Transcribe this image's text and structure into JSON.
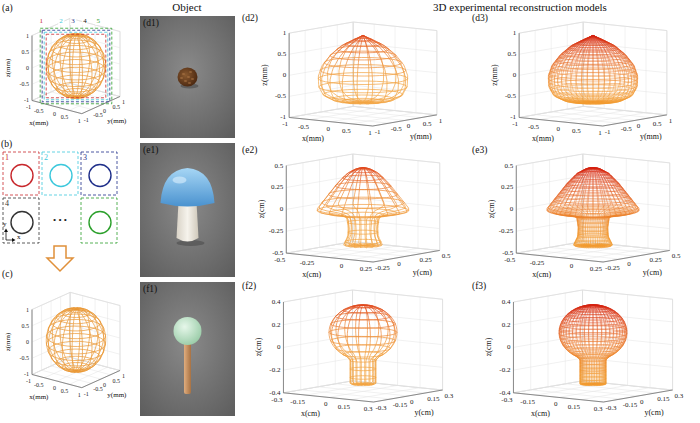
{
  "diagram": {
    "labels": [
      "Object",
      "3D experimental reconstruction models",
      "(a)",
      "1",
      "0.5",
      "0",
      "-0.5",
      "-1",
      "z(mm)",
      "-1",
      "-0.5",
      "0",
      "0.5",
      "1",
      "x(mm)",
      "-1",
      "-0.5",
      "0",
      "0.5",
      "1",
      "y(mm)",
      "1",
      "2",
      "3",
      "4",
      "5",
      "(b)",
      "1",
      "2",
      "3",
      "4",
      "• • •",
      "y",
      "x",
      "(c)",
      "1",
      "0.5",
      "0",
      "-0.5",
      "-1",
      "z(mm)",
      "-1",
      "-0.5",
      "0",
      "0.5",
      "1",
      "x(mm)",
      "-1",
      "-0.5",
      "0",
      "0.5",
      "1",
      "y(mm)",
      "(d1)",
      "(d2)",
      "1",
      "0.5",
      "0",
      "-0.5",
      "-1",
      "z(mm)",
      "-1",
      "-0.5",
      "0",
      "0.5",
      "1",
      "x(mm)",
      "-1",
      "-0.5",
      "0",
      "0.5",
      "1",
      "y(mm)",
      "(d3)",
      "1",
      "0.5",
      "0",
      "-0.5",
      "-1",
      "z(mm)",
      "-1",
      "-0.5",
      "0",
      "0.5",
      "1",
      "x(mm)",
      "-1",
      "-0.5",
      "0",
      "0.5",
      "1",
      "y(mm)",
      "(e1)",
      "(e2)",
      "0.5",
      "0.25",
      "0",
      "-0.25",
      "-0.5",
      "z(cm)",
      "-0.5",
      "-0.25",
      "0",
      "0.25",
      "x(cm)",
      "-0.25",
      "0",
      "0.25",
      "0.5",
      "y(cm)",
      "(e3)",
      "0.5",
      "0.25",
      "0",
      "-0.25",
      "-0.5",
      "z(cm)",
      "-0.5",
      "-0.25",
      "0",
      "0.25",
      "x(cm)",
      "-0.25",
      "0",
      "0.25",
      "0.5",
      "y(cm)",
      "(f1)",
      "(f2)",
      "0.4",
      "0.2",
      "0",
      "-0.2",
      "-0.4",
      "z(cm)",
      "-0.3",
      "-0.15",
      "0",
      "0.15",
      "0.3",
      "x(cm)",
      "-0.3",
      "-0.15",
      "0",
      "0.15",
      "0.3",
      "y(cm)",
      "(f3)",
      "0.4",
      "0.2",
      "0",
      "-0.2",
      "-0.4",
      "z(cm)",
      "-0.3",
      "-0.15",
      "0",
      "0.15",
      "0.3",
      "x(cm)",
      "-0.3",
      "-0.15",
      "0",
      "0.15",
      "0.3",
      "y(cm)"
    ]
  }
}
